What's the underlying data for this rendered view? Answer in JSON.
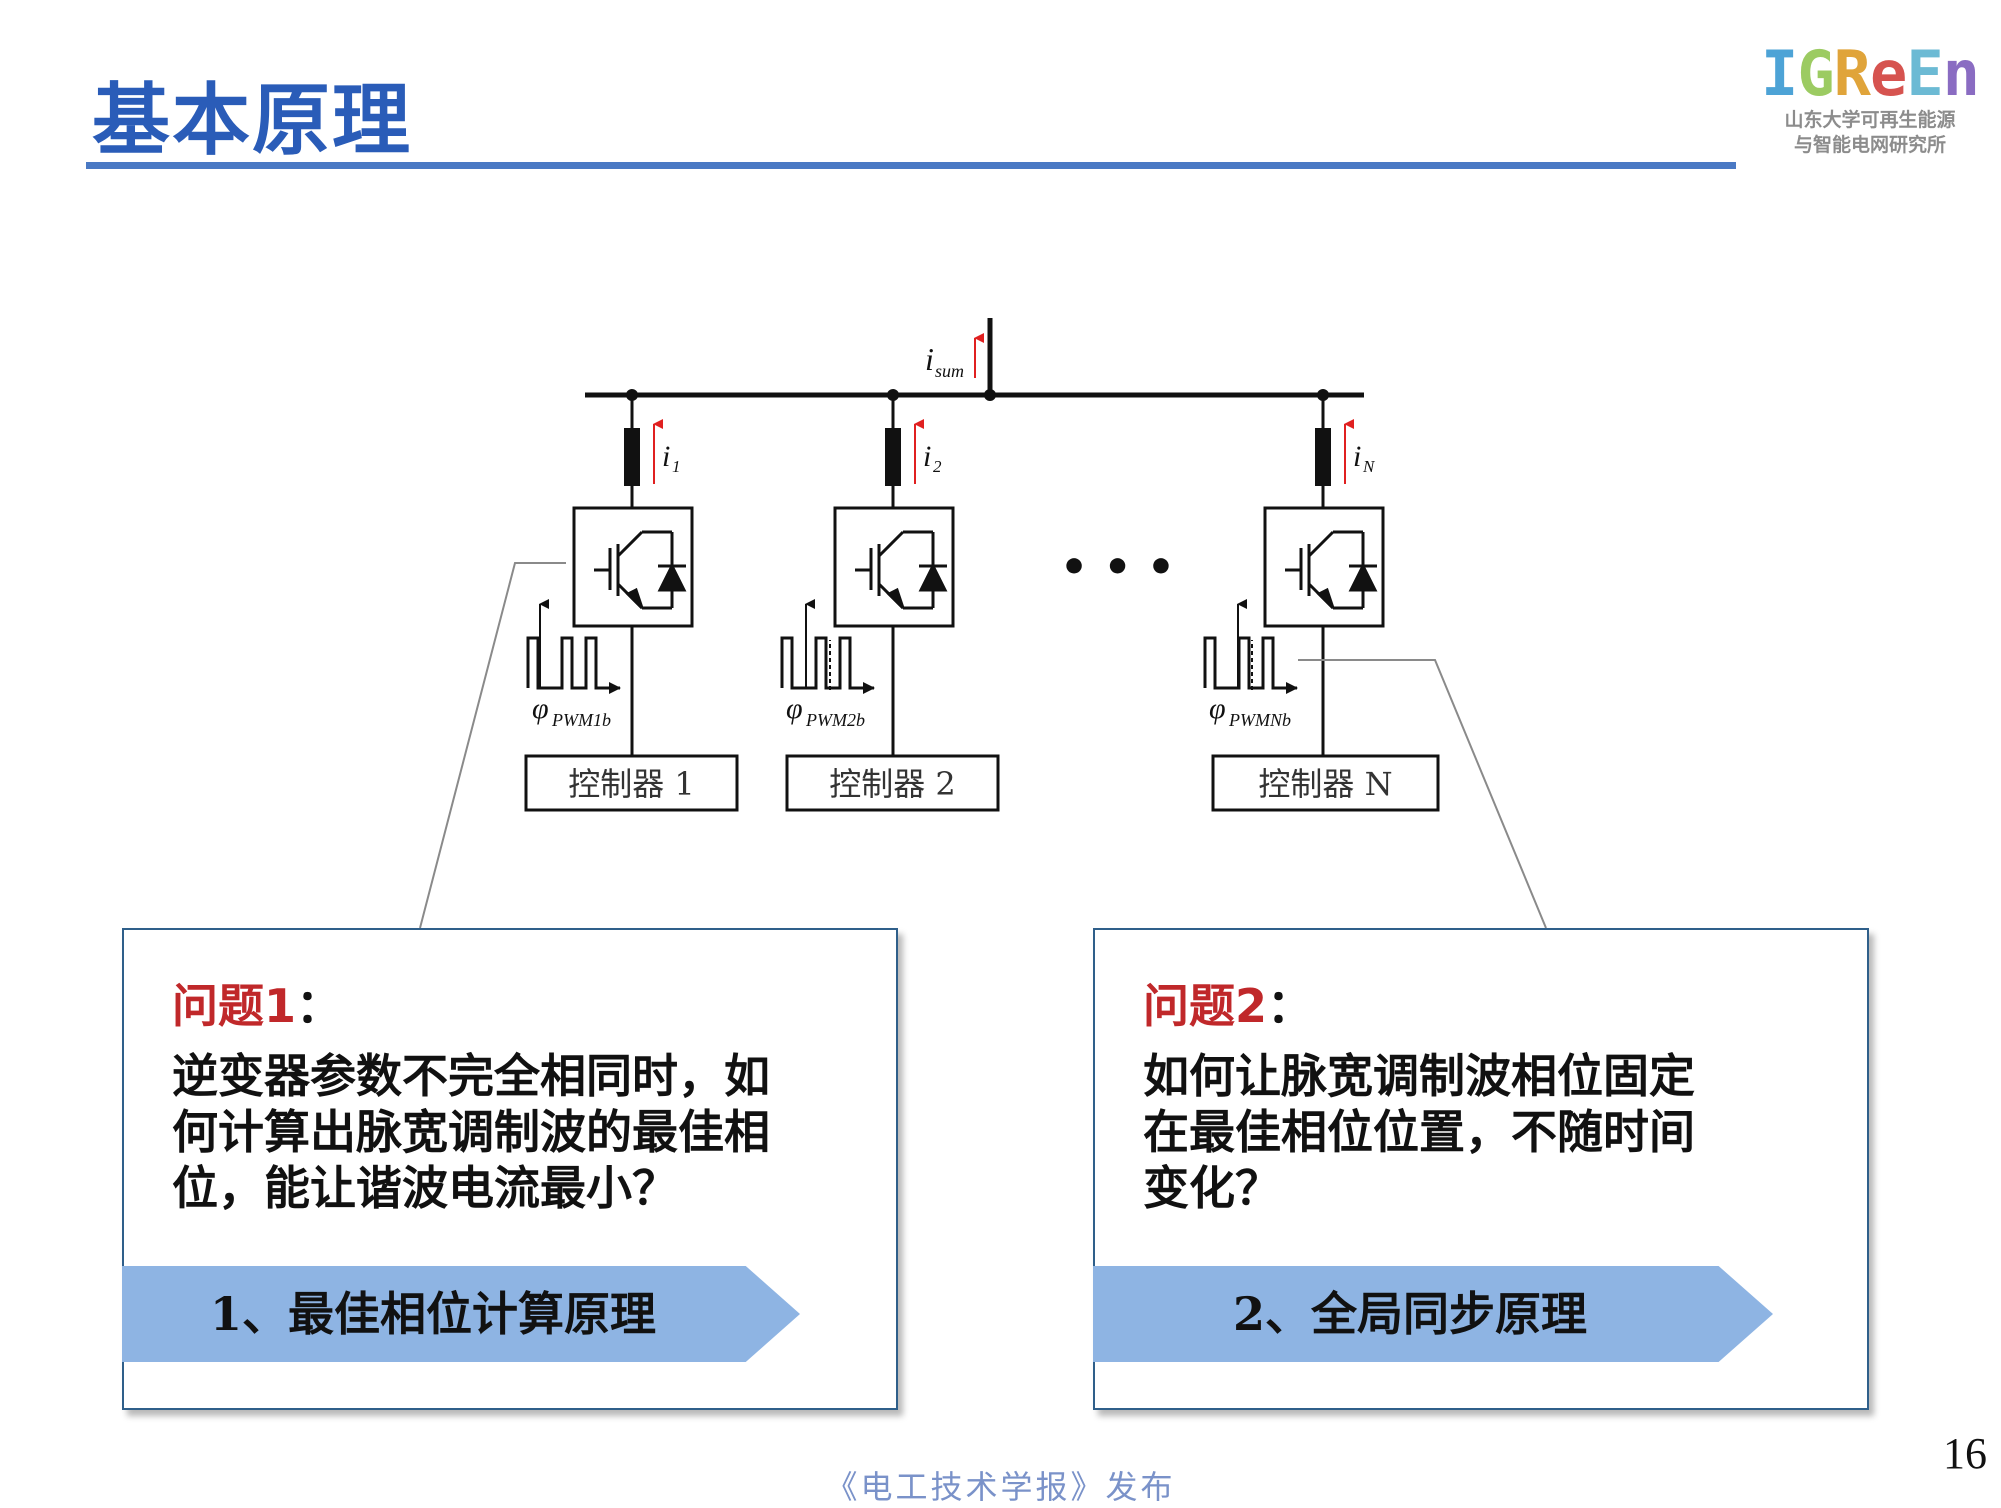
{
  "slide": {
    "title": "基本原理",
    "page_number": "16",
    "footer": "《电工技术学报》发布"
  },
  "logo": {
    "mark": "IGReEn",
    "mark_colors": [
      "#4da3d6",
      "#9ccb62",
      "#e0a43a",
      "#d6534f",
      "#6cbad4",
      "#8a6cc2"
    ],
    "line1": "山东大学可再生能源",
    "line2": "与智能电网研究所"
  },
  "diagram": {
    "bus_current": {
      "symbol": "i",
      "subscript": "sum"
    },
    "branches": [
      {
        "current_symbol": "i",
        "current_subscript": "1",
        "phase_symbol": "φ",
        "phase_subscript": "PWM1b",
        "controller": "控制器 1"
      },
      {
        "current_symbol": "i",
        "current_subscript": "2",
        "phase_symbol": "φ",
        "phase_subscript": "PWM2b",
        "controller": "控制器 2"
      },
      {
        "current_symbol": "i",
        "current_subscript": "N",
        "phase_symbol": "φ",
        "phase_subscript": "PWMNb",
        "controller": "控制器 N"
      }
    ],
    "ellipsis": "• • •",
    "arrow_color": "#e02020"
  },
  "questions": [
    {
      "heading": "问题1",
      "colon": "：",
      "lines": [
        "逆变器参数不完全相同时，如",
        "何计算出脉宽调制波的最佳相",
        "位，能让谐波电流最小？"
      ],
      "banner": "1、最佳相位计算原理"
    },
    {
      "heading": "问题2",
      "colon": "：",
      "lines": [
        "如何让脉宽调制波相位固定",
        "在最佳相位位置，不随时间",
        "变化？"
      ],
      "banner": "2、全局同步原理"
    }
  ],
  "colors": {
    "title": "#2a5cb8",
    "rule": "#4a79c4",
    "heading_red": "#c0282a",
    "banner": "#8eb4e3",
    "box_border": "#2f5f8a",
    "footer": "#7a92c9"
  }
}
